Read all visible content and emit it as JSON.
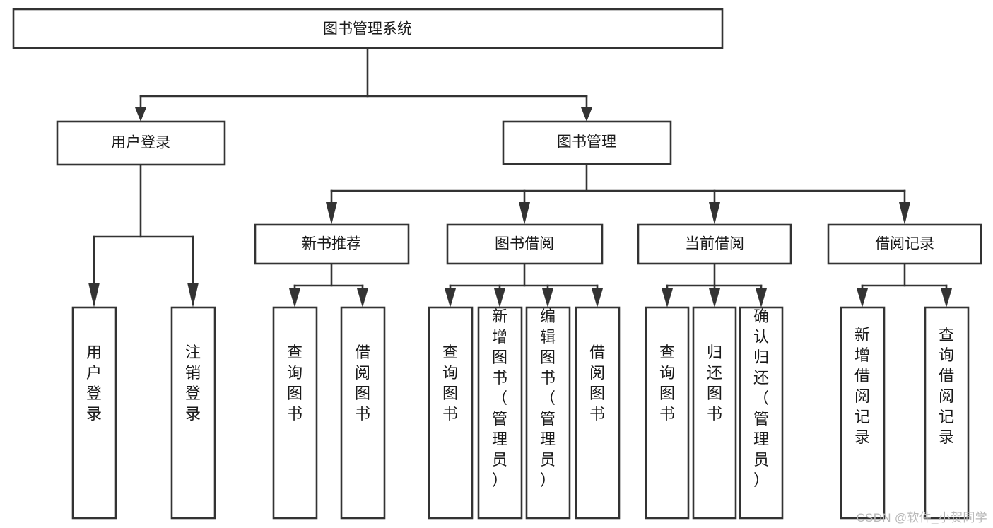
{
  "diagram": {
    "type": "tree-hierarchy-chart",
    "title": "图书管理系统",
    "colors": {
      "box_fill": "#ffffff",
      "box_stroke": "#333333",
      "text": "#1a1a1a",
      "watermark": "#b8b8b8",
      "background": "#ffffff"
    },
    "levels": {
      "level1": {
        "label": "图书管理系统"
      },
      "level2": [
        {
          "label": "用户登录"
        },
        {
          "label": "图书管理"
        }
      ],
      "level3": [
        {
          "label": "新书推荐"
        },
        {
          "label": "图书借阅"
        },
        {
          "label": "当前借阅"
        },
        {
          "label": "借阅记录"
        }
      ]
    },
    "groups": [
      {
        "parent": "用户登录",
        "leaves": [
          {
            "label": "用户登录"
          },
          {
            "label": "注销登录"
          }
        ]
      },
      {
        "parent": "新书推荐",
        "leaves": [
          {
            "label": "查询图书"
          },
          {
            "label": "借阅图书"
          }
        ]
      },
      {
        "parent": "图书借阅",
        "leaves": [
          {
            "label": "查询图书"
          },
          {
            "label": "新增图书（管理员）"
          },
          {
            "label": "编辑图书（管理员）"
          },
          {
            "label": "借阅图书"
          }
        ]
      },
      {
        "parent": "当前借阅",
        "leaves": [
          {
            "label": "查询图书"
          },
          {
            "label": "归还图书"
          },
          {
            "label": "确认归还（管理员）"
          }
        ]
      },
      {
        "parent": "借阅记录",
        "leaves": [
          {
            "label": "新增借阅记录"
          },
          {
            "label": "查询借阅记录"
          }
        ]
      }
    ]
  },
  "watermark": {
    "text": "CSDN @软件_小贺同学"
  }
}
